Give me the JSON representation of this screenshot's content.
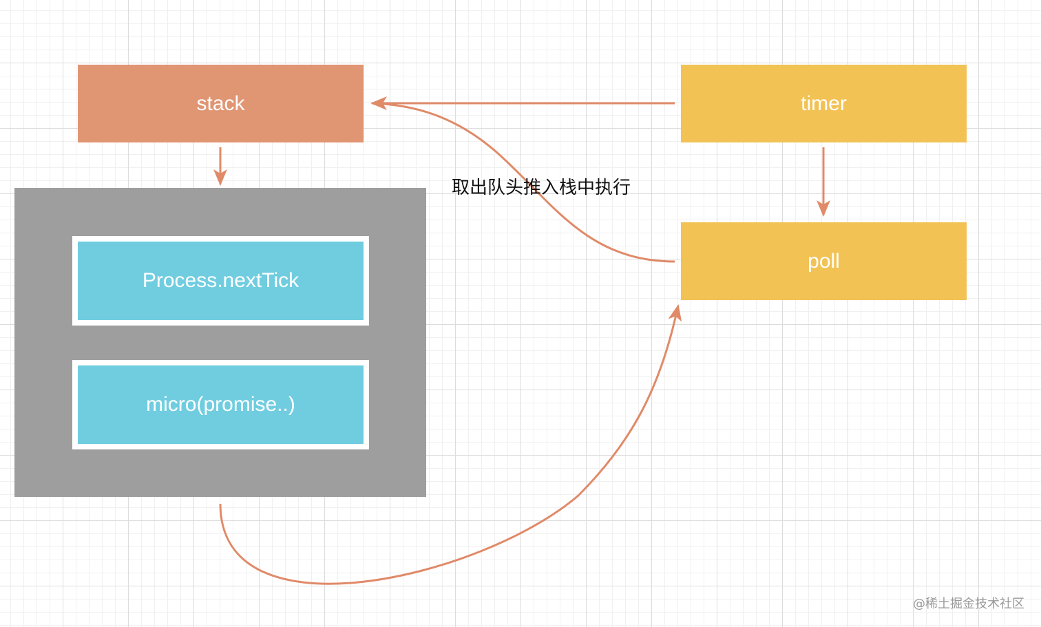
{
  "nodes": {
    "stack": "stack",
    "timer": "timer",
    "poll": "poll",
    "next_tick": "Process.nextTick",
    "micro": "micro(promise..)"
  },
  "labels": {
    "dequeue": "取出队头推入栈中执行"
  },
  "watermark": "@稀土掘金技术社区",
  "colors": {
    "stack": "#e09573",
    "queue": "#f2c255",
    "group": "#9e9e9e",
    "micro": "#70cde0",
    "arrow": "#e08a68"
  }
}
